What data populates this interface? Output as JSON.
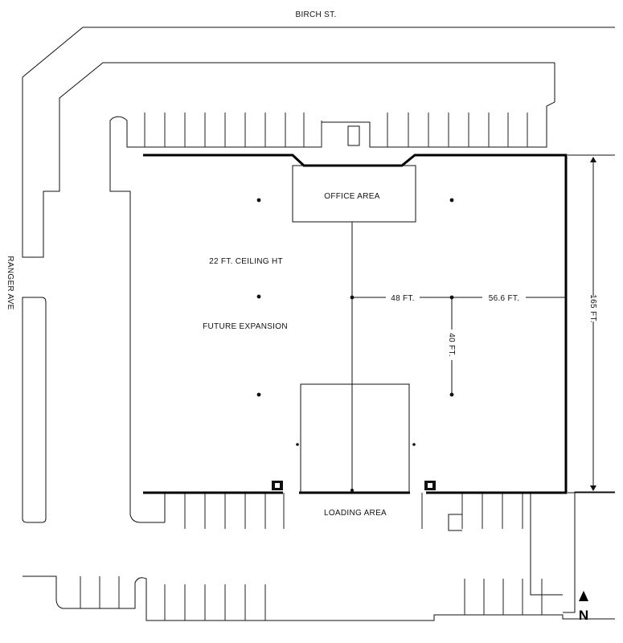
{
  "streets": {
    "north": "BIRCH ST.",
    "west": "RANGER AVE"
  },
  "areas": {
    "office": "OFFICE AREA",
    "ceiling": "22 FT. CEILING HT",
    "expansion": "FUTURE EXPANSION",
    "loading": "LOADING AREA"
  },
  "dimensions": {
    "width_left": "48 FT.",
    "width_right": "56.6 FT.",
    "depth_inner": "40 FT.",
    "total_depth": "165 FT."
  },
  "north_arrow": {
    "label": "N",
    "icon": "north-arrow-icon"
  }
}
